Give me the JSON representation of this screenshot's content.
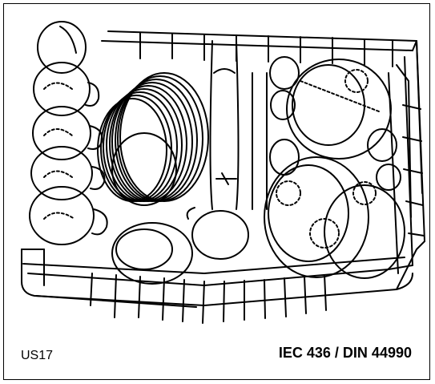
{
  "figure": {
    "model_code": "US17",
    "standard": "IEC 436 / DIN 44990",
    "subject_icon": "dishwasher-lower-basket-illustration",
    "ink_color": "#000000",
    "paper_color": "#ffffff"
  }
}
